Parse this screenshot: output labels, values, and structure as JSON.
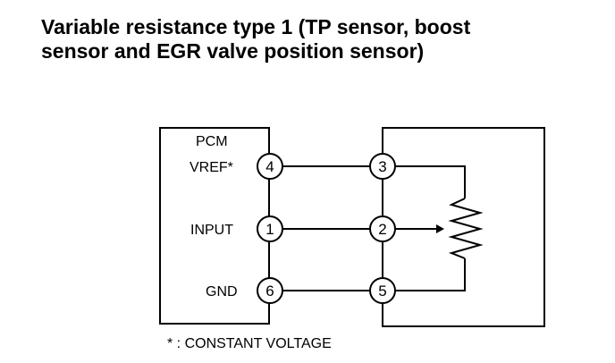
{
  "title": {
    "line1": "Variable resistance type 1 (TP sensor, boost",
    "line2": "sensor and EGR valve position sensor)"
  },
  "pcm": {
    "label": "PCM",
    "pins": [
      {
        "signal": "VREF*",
        "number": "4"
      },
      {
        "signal": "INPUT",
        "number": "1"
      },
      {
        "signal": "GND",
        "number": "6"
      }
    ]
  },
  "sensor": {
    "pins": [
      {
        "number": "3"
      },
      {
        "number": "2"
      },
      {
        "number": "5"
      }
    ]
  },
  "footnote": "* : CONSTANT VOLTAGE"
}
